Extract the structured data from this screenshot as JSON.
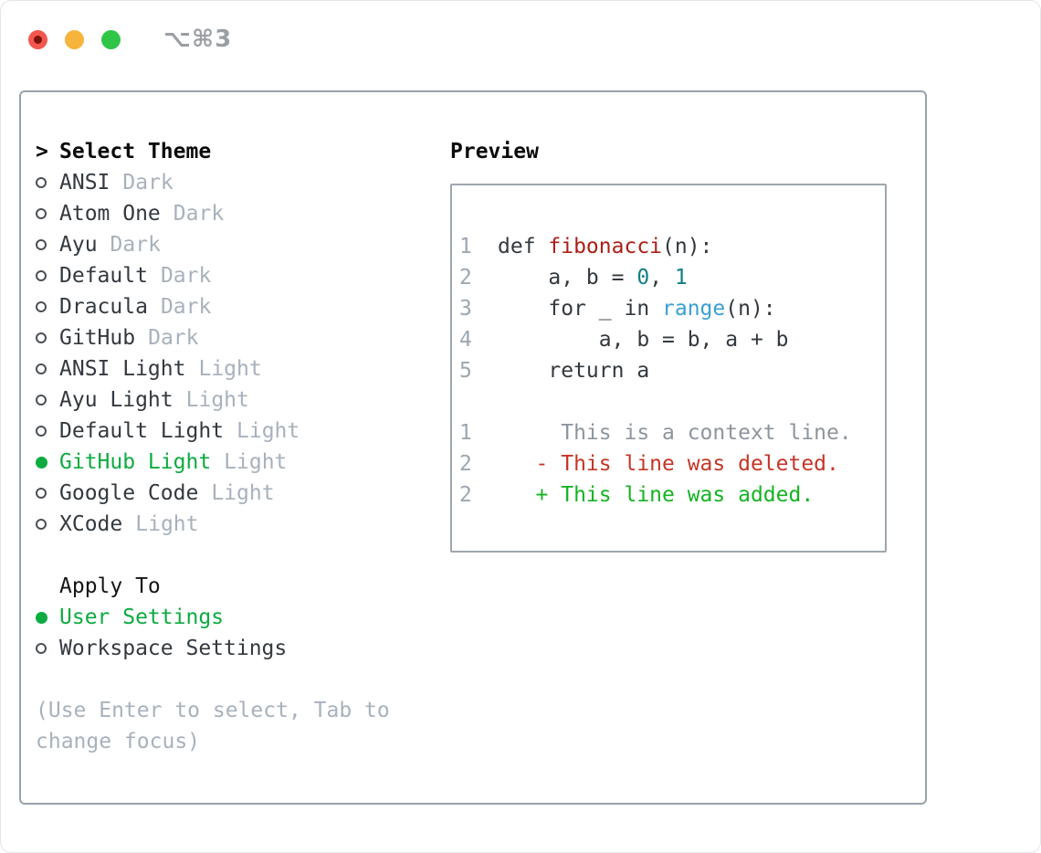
{
  "window": {
    "title": "⌥⌘3",
    "traffic_lights": [
      "close",
      "minimize",
      "zoom"
    ]
  },
  "theme_list": {
    "header": "Select Theme",
    "prompt_icon": ">",
    "items": [
      {
        "name": "ANSI",
        "tag": "Dark",
        "selected": false
      },
      {
        "name": "Atom One",
        "tag": "Dark",
        "selected": false
      },
      {
        "name": "Ayu",
        "tag": "Dark",
        "selected": false
      },
      {
        "name": "Default",
        "tag": "Dark",
        "selected": false
      },
      {
        "name": "Dracula",
        "tag": "Dark",
        "selected": false
      },
      {
        "name": "GitHub",
        "tag": "Dark",
        "selected": false
      },
      {
        "name": "ANSI Light",
        "tag": "Light",
        "selected": false
      },
      {
        "name": "Ayu Light",
        "tag": "Light",
        "selected": false
      },
      {
        "name": "Default Light",
        "tag": "Light",
        "selected": false
      },
      {
        "name": "GitHub Light",
        "tag": "Light",
        "selected": true
      },
      {
        "name": "Google Code",
        "tag": "Light",
        "selected": false
      },
      {
        "name": "XCode",
        "tag": "Light",
        "selected": false
      }
    ]
  },
  "apply_to": {
    "header": "Apply To",
    "options": [
      {
        "name": "User Settings",
        "selected": true
      },
      {
        "name": "Workspace Settings",
        "selected": false
      }
    ]
  },
  "help_lines": [
    "(Use Enter to select, Tab to",
    "change focus)"
  ],
  "preview": {
    "header": "Preview",
    "code_lines": [
      {
        "n": "1",
        "tokens": [
          [
            "plain",
            "def "
          ],
          [
            "func",
            "fibonacci"
          ],
          [
            "plain",
            "(n):"
          ]
        ]
      },
      {
        "n": "2",
        "tokens": [
          [
            "plain",
            "    a, b = "
          ],
          [
            "number",
            "0"
          ],
          [
            "plain",
            ", "
          ],
          [
            "number",
            "1"
          ]
        ]
      },
      {
        "n": "3",
        "tokens": [
          [
            "plain",
            "    for _ in "
          ],
          [
            "builtin",
            "range"
          ],
          [
            "plain",
            "(n):"
          ]
        ]
      },
      {
        "n": "4",
        "tokens": [
          [
            "plain",
            "        a, b = b, a + b"
          ]
        ]
      },
      {
        "n": "5",
        "tokens": [
          [
            "plain",
            "    return a"
          ]
        ]
      },
      {
        "n": "",
        "tokens": []
      },
      {
        "n": "1",
        "tokens": [
          [
            "context",
            "     This is a context line."
          ]
        ]
      },
      {
        "n": "2",
        "tokens": [
          [
            "deleted",
            "   - This line was deleted."
          ]
        ]
      },
      {
        "n": "2",
        "tokens": [
          [
            "added",
            "   + This line was added."
          ]
        ]
      }
    ]
  },
  "colors": {
    "selected_green": "#0cab3f",
    "added_green": "#15b322",
    "deleted_red": "#c53526",
    "function_red": "#ad1f15",
    "number_teal": "#0e7f87",
    "builtin_blue": "#399fd4",
    "context_gray": "#8e959d",
    "muted_gray": "#a8b1bc",
    "text_dark": "#33393f",
    "panel_border": "#99a1ab",
    "traffic_red": "#f2564e",
    "traffic_yellow": "#f6b43c",
    "traffic_green": "#30c546"
  }
}
